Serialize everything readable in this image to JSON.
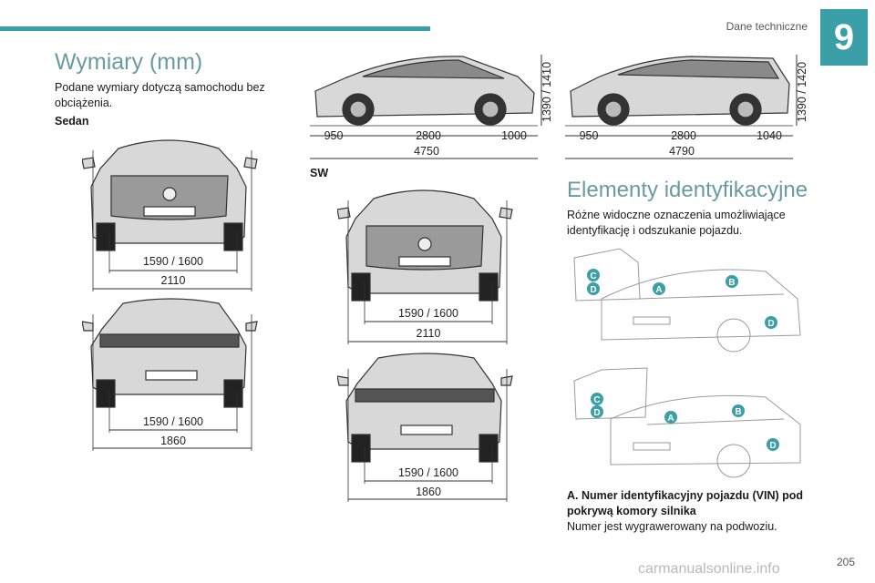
{
  "header": {
    "section_title": "Dane techniczne",
    "chapter_number": "9",
    "accent_color": "#3a9fa6"
  },
  "dimensions": {
    "title": "Wymiary (mm)",
    "intro": "Podane wymiary dotyczą samochodu bez obciążenia.",
    "sedan_label": "Sedan",
    "sw_label": "SW",
    "sedan_front": {
      "track": "1590 / 1600",
      "width": "2110"
    },
    "sedan_rear": {
      "track": "1590 / 1600",
      "width": "1860"
    },
    "sw_front": {
      "track": "1590 / 1600",
      "width": "2110"
    },
    "sw_rear": {
      "track": "1590 / 1600",
      "width": "1860"
    },
    "sedan_side": {
      "front_overhang": "950",
      "wheelbase": "2800",
      "rear_overhang": "1000",
      "length": "4750",
      "height": "1390 / 1410"
    },
    "sw_side": {
      "front_overhang": "950",
      "wheelbase": "2800",
      "rear_overhang": "1040",
      "length": "4790",
      "height": "1390 / 1420"
    }
  },
  "identification": {
    "title": "Elementy identyfikacyjne",
    "intro": "Różne widoczne oznaczenia umożliwiające identyfikację i odszukanie pojazdu.",
    "markers": {
      "a": "A",
      "b": "B",
      "c": "C",
      "d": "D"
    },
    "item_a_title": "A. Numer identyfikacyjny pojazdu (VIN) pod pokrywą komory silnika",
    "item_a_text": "Numer jest wygrawerowany na podwoziu."
  },
  "footer": {
    "page_number": "205",
    "watermark": "carmanualsonline.info"
  }
}
